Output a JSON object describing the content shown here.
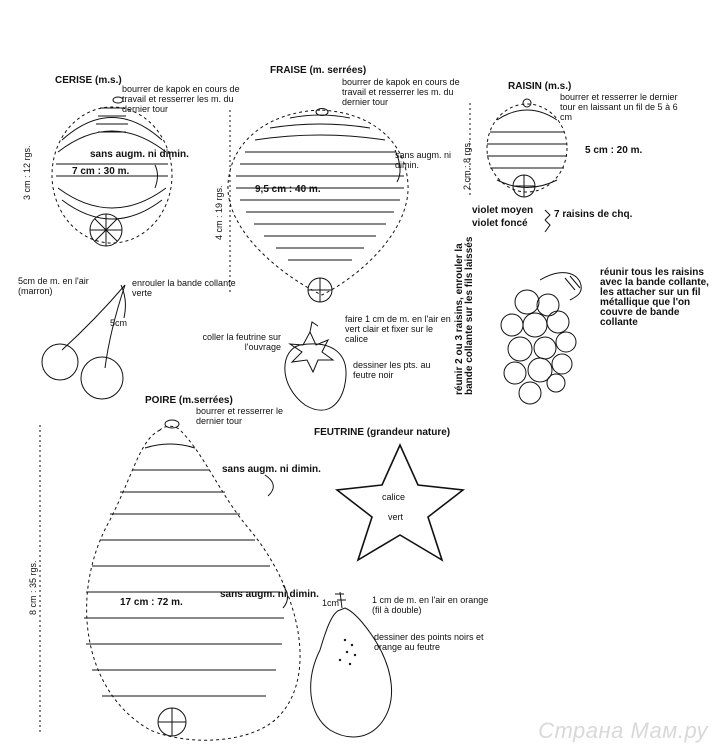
{
  "cerise": {
    "title": "CERISE (m.s.)",
    "note": "bourrer de kapok en cours de travail et resserrer les m. du dernier tour",
    "rows": "3 cm : 12 rgs.",
    "sans": "sans augm. ni dimin.",
    "width": "7 cm : 30 m.",
    "stem": "5cm de m. en l'air (marron)",
    "wrap": "enrouler la bande collante verte",
    "stem_len": "5cm"
  },
  "fraise": {
    "title": "FRAISE (m. serrées)",
    "note": "bourrer de kapok en cours de travail et resserrer les m. du dernier tour",
    "rows": "4 cm : 19 rgs.",
    "sans": "sans augm. ni dimin.",
    "width": "9,5 cm : 40 m.",
    "felt": "coller la feutrine sur l'ouvrage",
    "stem": "faire 1 cm de m. en l'air en vert clair et fixer sur le calice",
    "dots": "dessiner les pts. au feutre noir"
  },
  "raisin": {
    "title": "RAISIN (m.s.)",
    "note": "bourrer et resserrer le dernier tour en laissant un fil de 5 à 6 cm",
    "rows": "2 cm : 8 rgs.",
    "width": "5 cm : 20 m.",
    "colors": [
      "violet moyen",
      "violet foncé"
    ],
    "count": "7 raisins de chq.",
    "assemble": "réunir tous les raisins avec la bande collante, les attacher sur un fil métallique que l'on couvre de bande collante",
    "side": "réunir 2 ou 3 raisins, enrouler la bande collante sur les fils laissés"
  },
  "poire": {
    "title": "POIRE (m.serrées)",
    "note": "bourrer et resserrer le dernier tour",
    "rows": "8 cm : 35 rgs.",
    "sans1": "sans augm. ni dimin.",
    "sans2": "sans augm. ni dimin.",
    "width": "17 cm : 72 m.",
    "stem": "1 cm de m. en l'air en orange (fil à double)",
    "stem_len": "1cm",
    "dots": "dessiner des points noirs et orange au feutre"
  },
  "feutrine": {
    "title": "FEUTRINE (grandeur nature)",
    "label1": "calice",
    "label2": "vert"
  },
  "watermark": "Страна Мам.ру"
}
